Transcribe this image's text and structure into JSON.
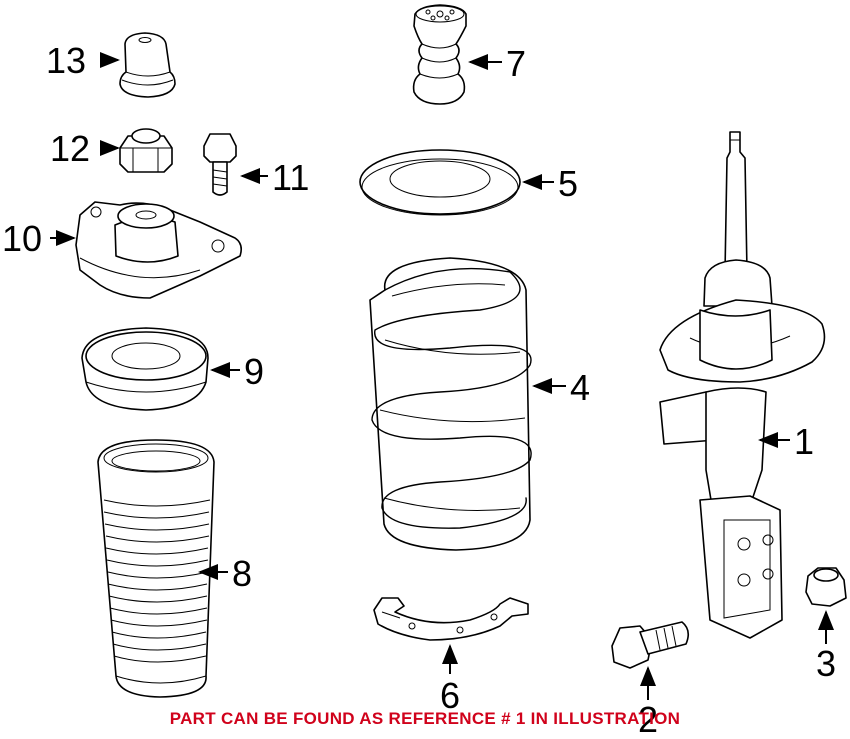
{
  "diagram": {
    "callouts": [
      {
        "id": "1",
        "label": "1"
      },
      {
        "id": "2",
        "label": "2"
      },
      {
        "id": "3",
        "label": "3"
      },
      {
        "id": "4",
        "label": "4"
      },
      {
        "id": "5",
        "label": "5"
      },
      {
        "id": "6",
        "label": "6"
      },
      {
        "id": "7",
        "label": "7"
      },
      {
        "id": "8",
        "label": "8"
      },
      {
        "id": "9",
        "label": "9"
      },
      {
        "id": "10",
        "label": "10"
      },
      {
        "id": "11",
        "label": "11"
      },
      {
        "id": "12",
        "label": "12"
      },
      {
        "id": "13",
        "label": "13"
      }
    ]
  },
  "footer": {
    "note": "PART CAN BE FOUND AS REFERENCE # 1 IN ILLUSTRATION",
    "note_color": "#d0021b"
  }
}
